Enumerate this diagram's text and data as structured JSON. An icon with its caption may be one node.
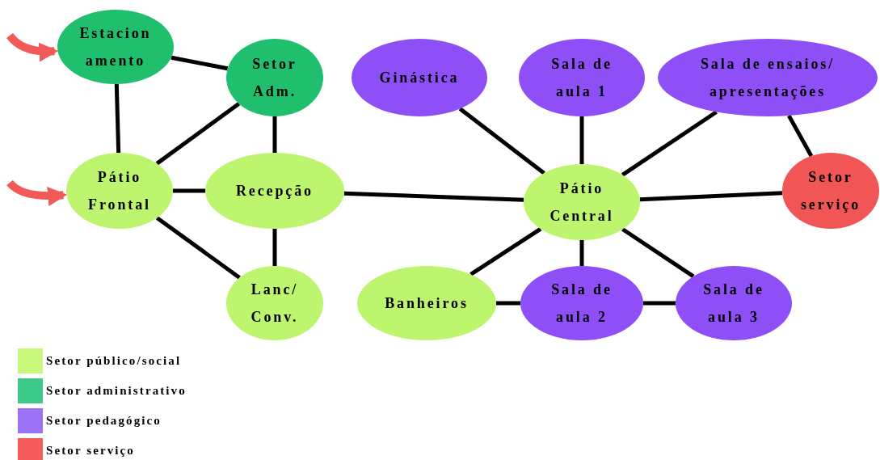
{
  "diagram": {
    "nodes": [
      {
        "text": [
          "Estacion amento"
        ]
      },
      {
        "text": [
          "Setor Adm."
        ]
      },
      {
        "text": [
          "Ginástica"
        ]
      },
      {
        "text": [
          "Sala de aula 1"
        ]
      },
      {
        "text": [
          "Sala de ensaios/ apresentações"
        ]
      },
      {
        "text": [
          "Pátio Frontal"
        ]
      },
      {
        "text": [
          "Recepção"
        ]
      },
      {
        "text": [
          "Pátio Central"
        ]
      },
      {
        "text": [
          "Setor serviço"
        ]
      },
      {
        "text": [
          "Lanc/ Conv."
        ]
      },
      {
        "text": [
          "Banheiros"
        ]
      },
      {
        "text": [
          "Sala de aula 2"
        ]
      },
      {
        "text": [
          "Sala de aula 3"
        ]
      }
    ],
    "edges": [
      {
        "from": 0,
        "to": 1,
        "arrow": "none"
      },
      {
        "from": 0,
        "to": 5,
        "arrow": "none"
      },
      {
        "from": 1,
        "to": 5,
        "arrow": "none"
      },
      {
        "from": 1,
        "to": 6,
        "arrow": "none"
      },
      {
        "from": 5,
        "to": 6,
        "arrow": "none"
      },
      {
        "from": 5,
        "to": 9,
        "arrow": "none"
      },
      {
        "from": 6,
        "to": 9,
        "arrow": "none"
      },
      {
        "from": 6,
        "to": 7,
        "arrow": "none"
      },
      {
        "from": 2,
        "to": 7,
        "arrow": "none"
      },
      {
        "from": 3,
        "to": 7,
        "arrow": "none"
      },
      {
        "from": 4,
        "to": 7,
        "arrow": "none"
      },
      {
        "from": 4,
        "to": 8,
        "arrow": "none"
      },
      {
        "from": 7,
        "to": 8,
        "arrow": "none"
      },
      {
        "from": 7,
        "to": 10,
        "arrow": "none"
      },
      {
        "from": 7,
        "to": 11,
        "arrow": "none"
      },
      {
        "from": 7,
        "to": 12,
        "arrow": "none"
      },
      {
        "from": 10,
        "to": 11,
        "arrow": "none"
      },
      {
        "from": 11,
        "to": 12,
        "arrow": "none"
      },
      {
        "from": null,
        "to": 0,
        "arrow": "to",
        "style": "thick",
        "color": "#f25a5a"
      },
      {
        "from": null,
        "to": 5,
        "arrow": "to",
        "style": "thick",
        "color": "#f25a5a"
      }
    ],
    "legend": [
      {
        "text": "Setor público/social",
        "color": "#c8f77c"
      },
      {
        "text": "Setor administrativo",
        "color": "#3cc98a"
      },
      {
        "text": "Setor pedagógico",
        "color": "#9b72f6"
      },
      {
        "text": "Setor serviço",
        "color": "#f65c5c"
      }
    ]
  }
}
